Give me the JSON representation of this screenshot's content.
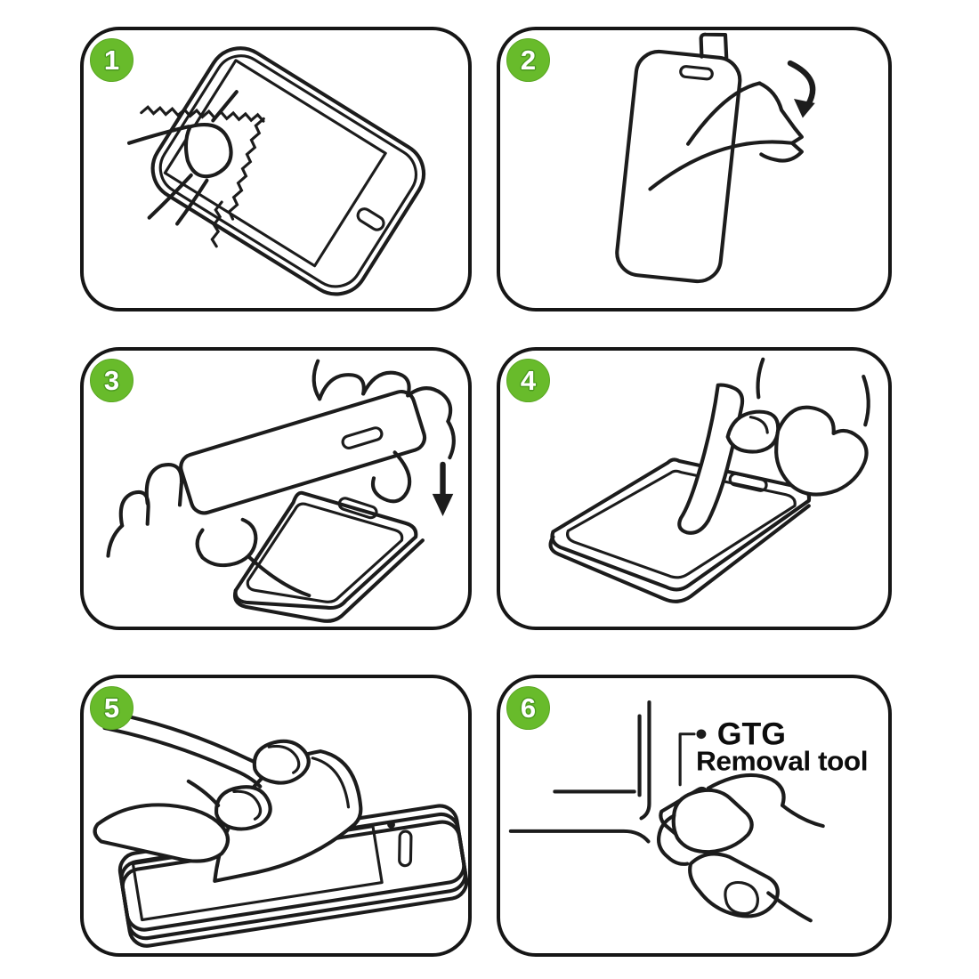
{
  "colors": {
    "background": "#ffffff",
    "panel_border": "#161616",
    "line_art": "#1c1c1c",
    "badge_green": "#68bb2b",
    "badge_text": "#ffffff"
  },
  "steps": [
    {
      "number": "1",
      "illustration": "wipe screen with cleaning cloth"
    },
    {
      "number": "2",
      "illustration": "peel backing film off protector"
    },
    {
      "number": "3",
      "illustration": "align protector above phone"
    },
    {
      "number": "4",
      "illustration": "press center of screen"
    },
    {
      "number": "5",
      "illustration": "smooth and peel top layer"
    },
    {
      "number": "6",
      "illustration": "use removal tool tab on corner",
      "annotation": {
        "line1": "GTG",
        "line2": "Removal tool"
      }
    }
  ]
}
